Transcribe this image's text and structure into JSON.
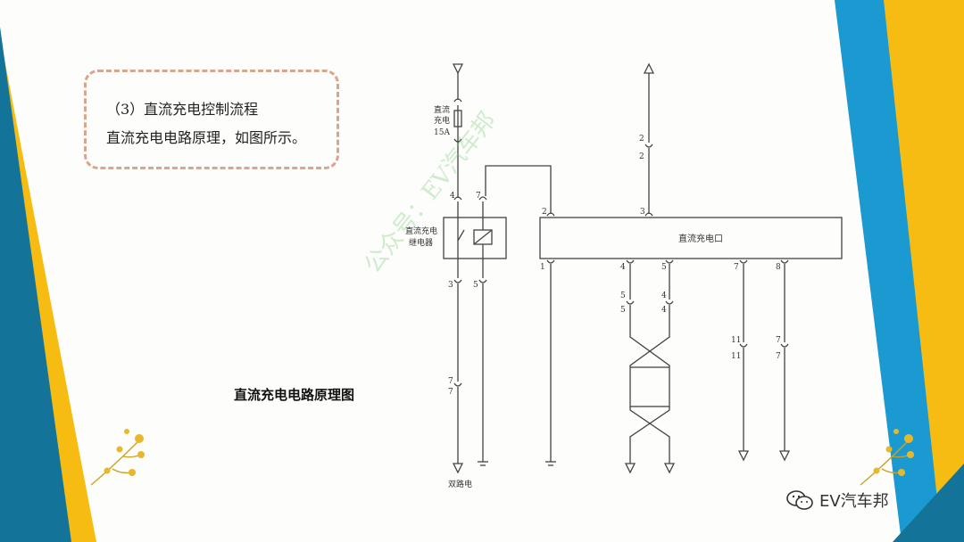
{
  "slide": {
    "callout": {
      "line1": "（3）直流充电控制流程",
      "line2": "直流充电电路原理，如图所示。"
    },
    "caption": "直流充电电路原理图",
    "watermark": "公众号：EV汽车邦",
    "brand": "EV汽车邦",
    "colors": {
      "yellow": "#f7bc12",
      "blue": "#1a9ad0",
      "teal": "#147399",
      "callout_border": "#d9a58c"
    }
  },
  "circuit": {
    "fuse_label_line1": "直流",
    "fuse_label_line2": "充电",
    "fuse_rating": "15A",
    "relay_label_line1": "直流充电",
    "relay_label_line2": "继电器",
    "port_label": "直流充电口",
    "dual_power_label": "双路电",
    "pins": {
      "relay_top_left": "4",
      "relay_top_right": "7",
      "relay_bottom_left": "3",
      "relay_bottom_right": "5",
      "lower_connector_left": "7",
      "lower_connector_left_b": "7",
      "top_connector_a": "2",
      "top_connector_b": "2",
      "port_pin_top_left": "2",
      "port_pin_top": "3",
      "port_pin_1": "1",
      "port_pin_4": "4",
      "port_pin_5": "5",
      "port_pin_7": "7",
      "port_pin_8": "8",
      "conn_a_top": "5",
      "conn_a_bottom": "5",
      "conn_b_top": "4",
      "conn_b_bottom": "4",
      "conn_c_top": "11",
      "conn_c_bottom": "11",
      "conn_d_top": "7",
      "conn_d_bottom": "7"
    }
  }
}
